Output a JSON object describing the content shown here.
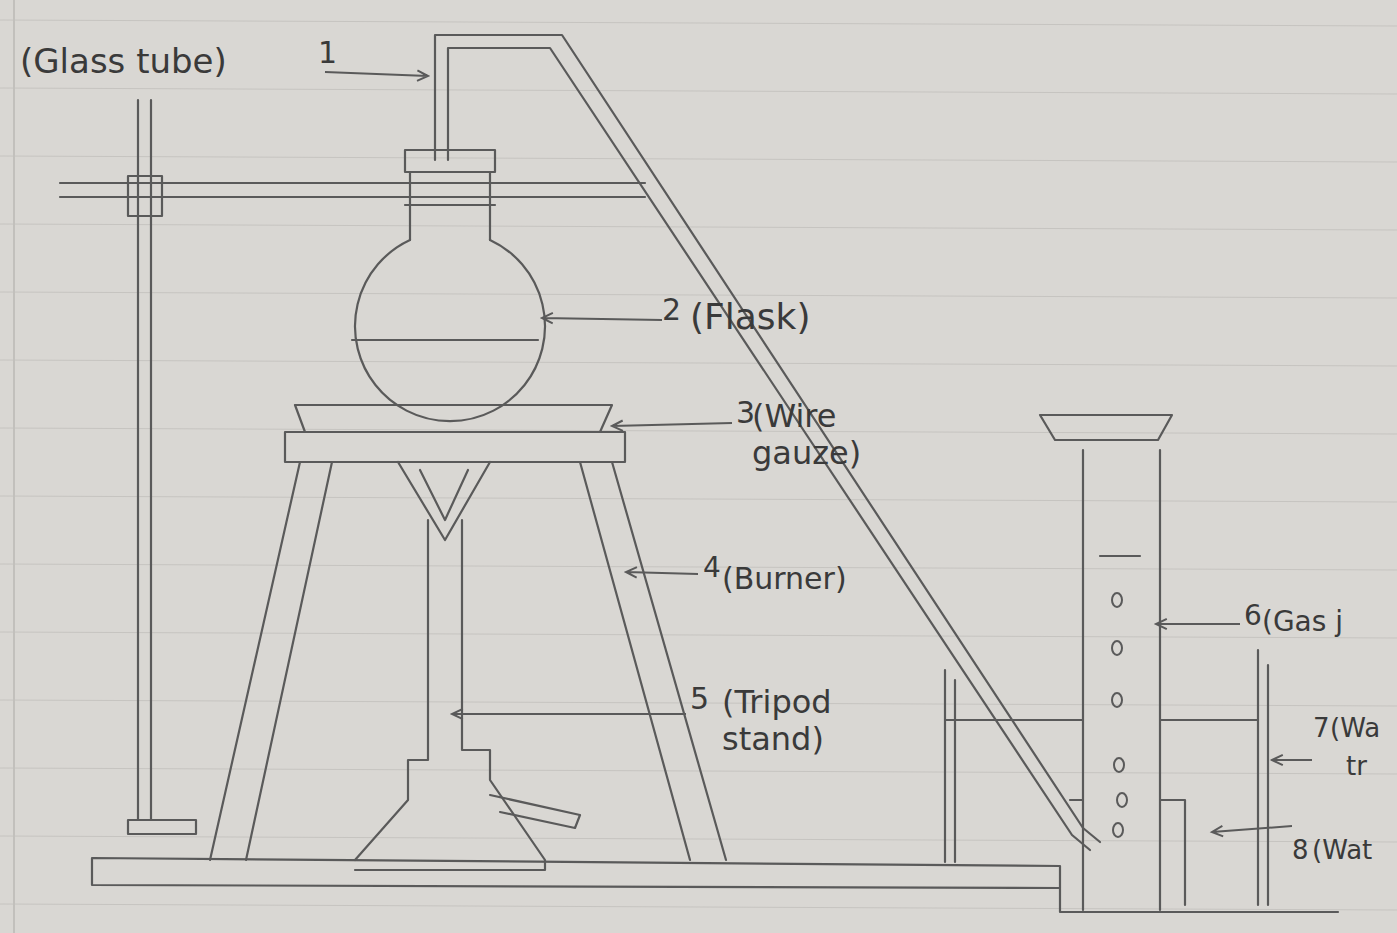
{
  "diagram": {
    "labels": [
      "(Glass tube)",
      "1",
      "2",
      "(Flask)",
      "3",
      "(Wire gauze)",
      "4",
      "(Burner)",
      "5",
      "(Tripod stand)",
      "6",
      "(Gas j",
      "7",
      "(Wa",
      "tr",
      "8",
      "(Wat"
    ]
  }
}
